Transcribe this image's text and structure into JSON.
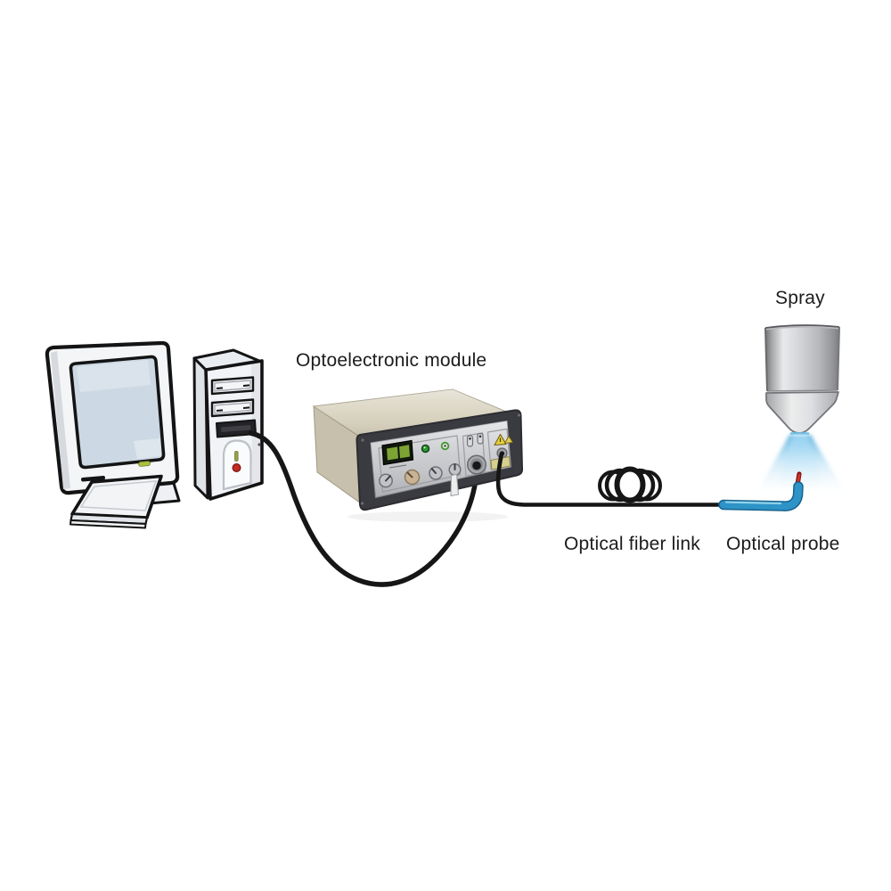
{
  "labels": {
    "module": "Optoelectronic module",
    "fiber_link": "Optical fiber link",
    "probe": "Optical probe",
    "spray": "Spray"
  },
  "colors": {
    "background": "#ffffff",
    "cable_black": "#161616",
    "screen_blue": "#ccd9e4",
    "probe_blue": "#2e93c6",
    "probe_tip_red": "#cf3326",
    "spray_blue": "#6fc0e6",
    "module_top_beige": "#d5cfba",
    "module_bezel_dark": "#3a3a41",
    "panel_silver": "#c8c9cd",
    "lcd_green": "#7ea335",
    "led_green": "#2a9a2e",
    "warning_yellow": "#e4cd3f",
    "badge_yellow": "#d7cf90",
    "power_button_red": "#c32a20",
    "monitor_led_green": "#a9c03f"
  }
}
